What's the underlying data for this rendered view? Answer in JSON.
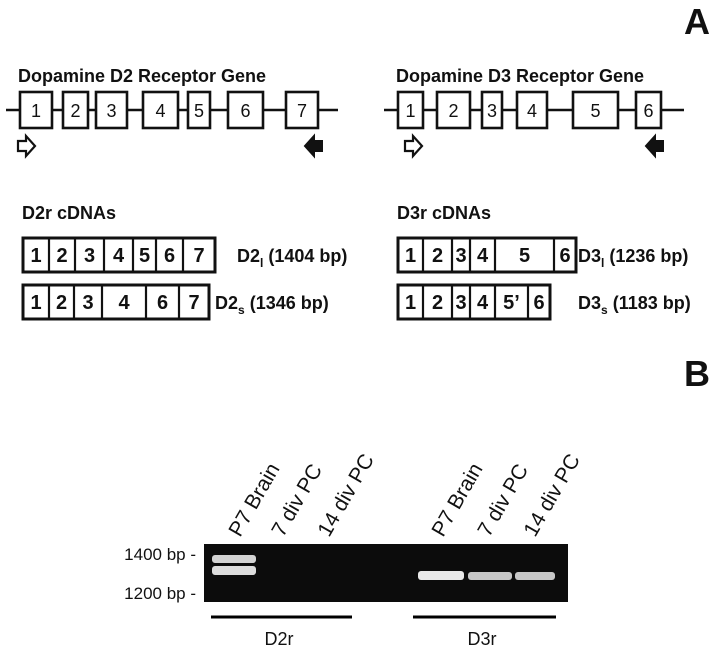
{
  "panel_a": {
    "label": "A",
    "d2_gene": {
      "title": "Dopamine D2 Receptor Gene",
      "exons": [
        "1",
        "2",
        "3",
        "4",
        "5",
        "6",
        "7"
      ]
    },
    "d3_gene": {
      "title": "Dopamine D3 Receptor Gene",
      "exons": [
        "1",
        "2",
        "3",
        "4",
        "5",
        "6"
      ]
    },
    "d2_cdnas": {
      "heading": "D2r cDNAs",
      "long": {
        "exons": [
          "1",
          "2",
          "3",
          "4",
          "5",
          "6",
          "7"
        ],
        "name": "D2",
        "sub": "l",
        "size": " (1404 bp)"
      },
      "short": {
        "exons": [
          "1",
          "2",
          "3",
          "4",
          "6",
          "7"
        ],
        "name": "D2",
        "sub": "s",
        "size": " (1346 bp)"
      }
    },
    "d3_cdnas": {
      "heading": "D3r cDNAs",
      "long": {
        "exons": [
          "1",
          "2",
          "3",
          "4",
          "5",
          "6"
        ],
        "name": "D3",
        "sub": "l",
        "size": " (1236 bp)"
      },
      "short": {
        "exons": [
          "1",
          "2",
          "3",
          "4",
          "5’",
          "6"
        ],
        "name": "D3",
        "sub": "s",
        "size": " (1183 bp)"
      }
    },
    "arrow_icons": [
      "arrow-right-outline-icon",
      "arrow-left-filled-icon"
    ]
  },
  "panel_b": {
    "label": "B",
    "lanes": [
      "P7 Brain",
      "7 div PC",
      "14 div PC",
      "P7 Brain",
      "7 div PC",
      "14 div PC"
    ],
    "markers": [
      "1400 bp -",
      "1200 bp -"
    ],
    "groups": [
      "D2r",
      "D3r"
    ],
    "gel_color": "#0c0c0c",
    "band_color": "#e9e9e9"
  }
}
